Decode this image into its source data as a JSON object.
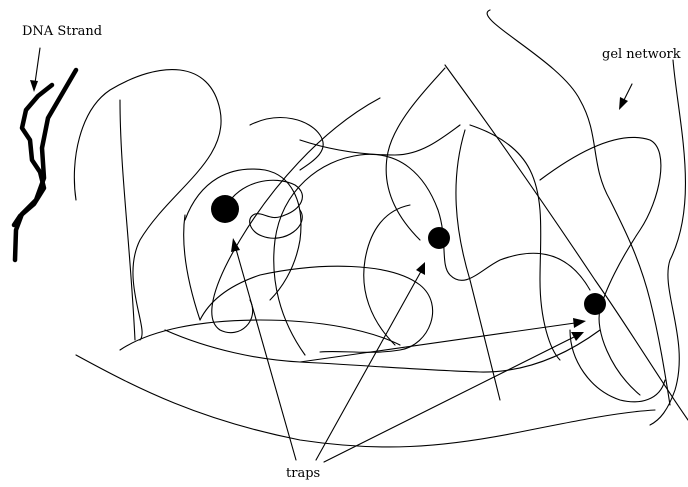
{
  "labels": {
    "dna_strand": "DNA Strand",
    "gel_network": "gel network",
    "traps": "traps"
  },
  "colors": {
    "ink": "#000000",
    "background": "#ffffff"
  }
}
